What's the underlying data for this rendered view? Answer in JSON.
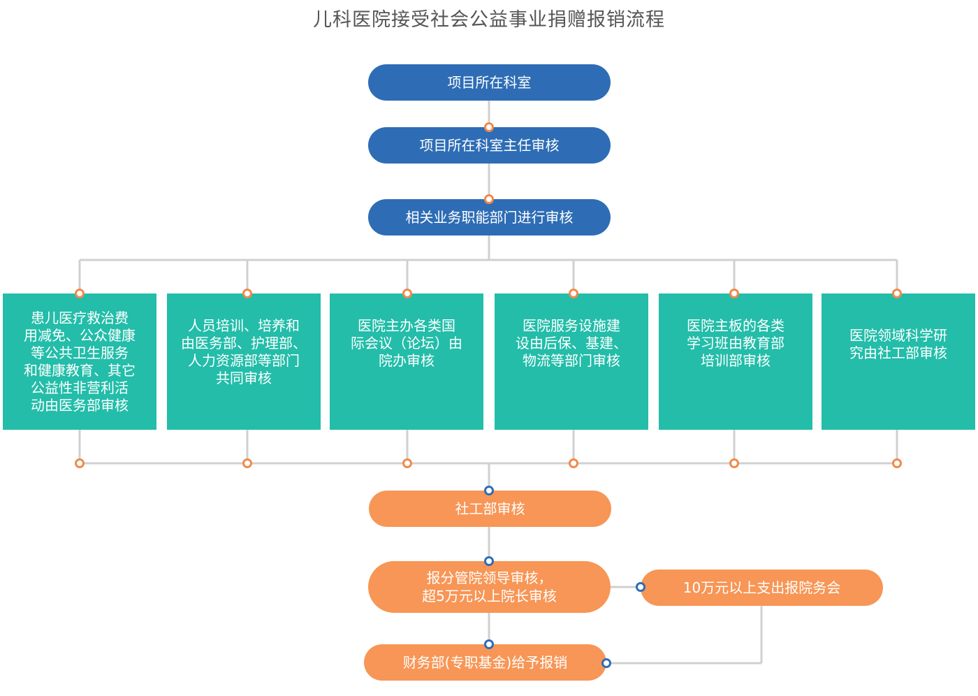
{
  "title": "儿科医院接受社会公益事业捐赠报销流程",
  "top_steps": [
    "项目所在科室",
    "项目所在科室主任审核",
    "相关业务职能部门进行审核"
  ],
  "departments": [
    [
      "患儿医疗救治费",
      "用减免、公众健康",
      "等公共卫生服务",
      "和健康教育、其它",
      "公益性非营利活",
      "动由医务部审核"
    ],
    [
      "人员培训、培养和",
      "由医务部、护理部、",
      "人力资源部等部门",
      "共同审核"
    ],
    [
      "医院主办各类国",
      "际会议（论坛）由",
      "院办审核"
    ],
    [
      "医院服务设施建",
      "设由后保、基建、",
      "物流等部门审核"
    ],
    [
      "医院主板的各类",
      "学习班由教育部",
      "培训部审核"
    ],
    [
      "医院领域科学研",
      "究由社工部审核"
    ]
  ],
  "bottom_steps": {
    "social_work": "社工部审核",
    "leader_review": [
      "报分管院领导审核，",
      "超5万元以上院长审核"
    ],
    "finance": "财务部(专职基金)给予报销",
    "council": "10万元以上支出报院务会"
  },
  "colors": {
    "blue": "#2e6db5",
    "teal": "#23bda9",
    "orange": "#f79656",
    "line": "#d0d0d0",
    "dot_orange": "#f08a4b"
  }
}
